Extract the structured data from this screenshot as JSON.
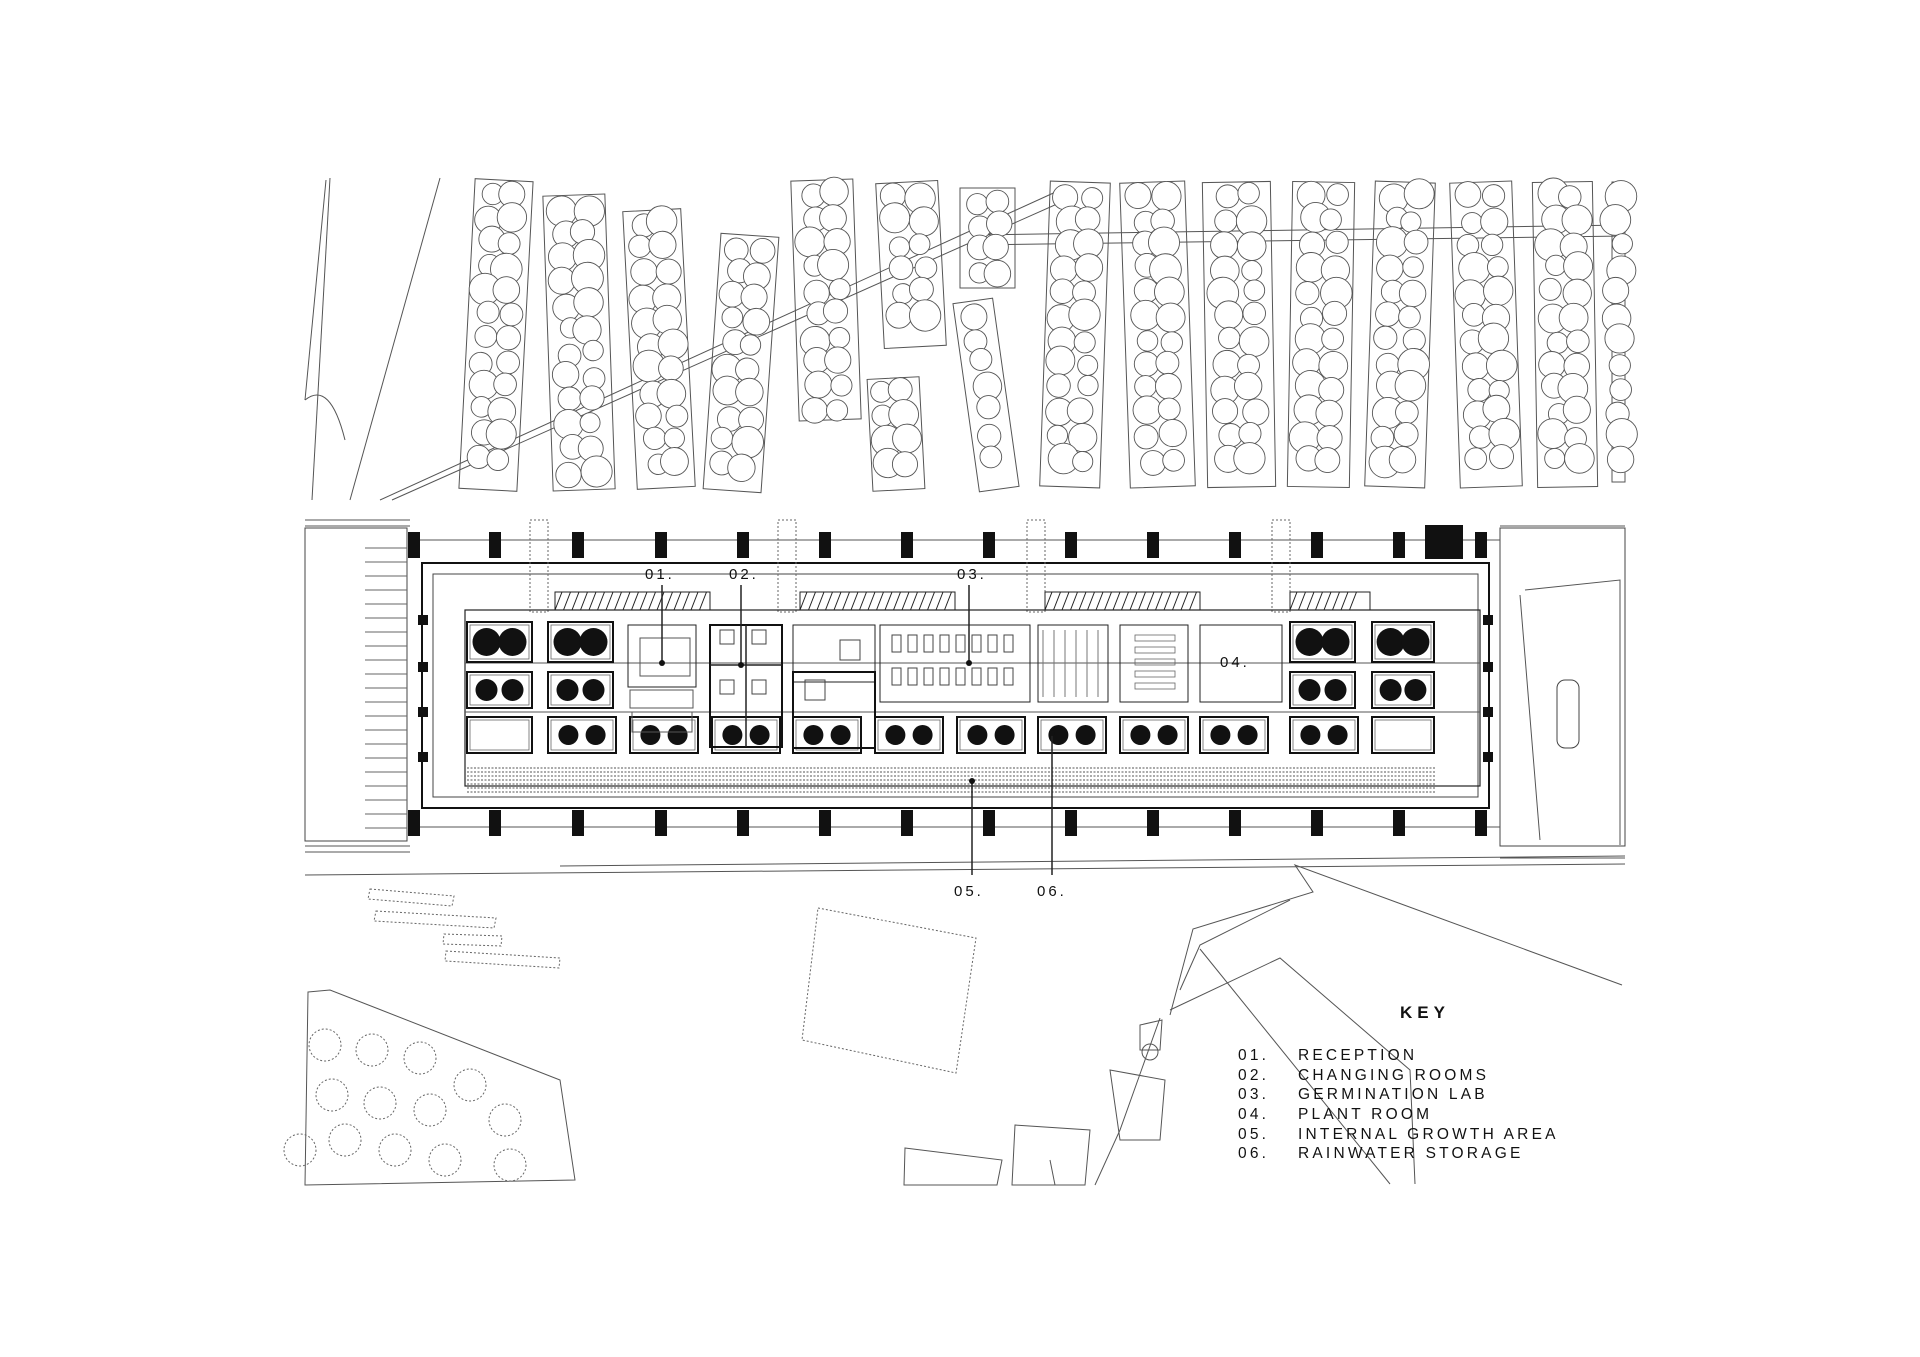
{
  "labels": {
    "r01": "01.",
    "r02": "02.",
    "r03": "03.",
    "r04": "04.",
    "r05": "05.",
    "r06": "06."
  },
  "key": {
    "title": "KEY",
    "items": [
      {
        "num": "01.",
        "text": "RECEPTION"
      },
      {
        "num": "02.",
        "text": "CHANGING ROOMS"
      },
      {
        "num": "03.",
        "text": "GERMINATION LAB"
      },
      {
        "num": "04.",
        "text": "PLANT ROOM"
      },
      {
        "num": "05.",
        "text": "INTERNAL GROWTH AREA"
      },
      {
        "num": "06.",
        "text": "RAINWATER STORAGE"
      }
    ]
  }
}
